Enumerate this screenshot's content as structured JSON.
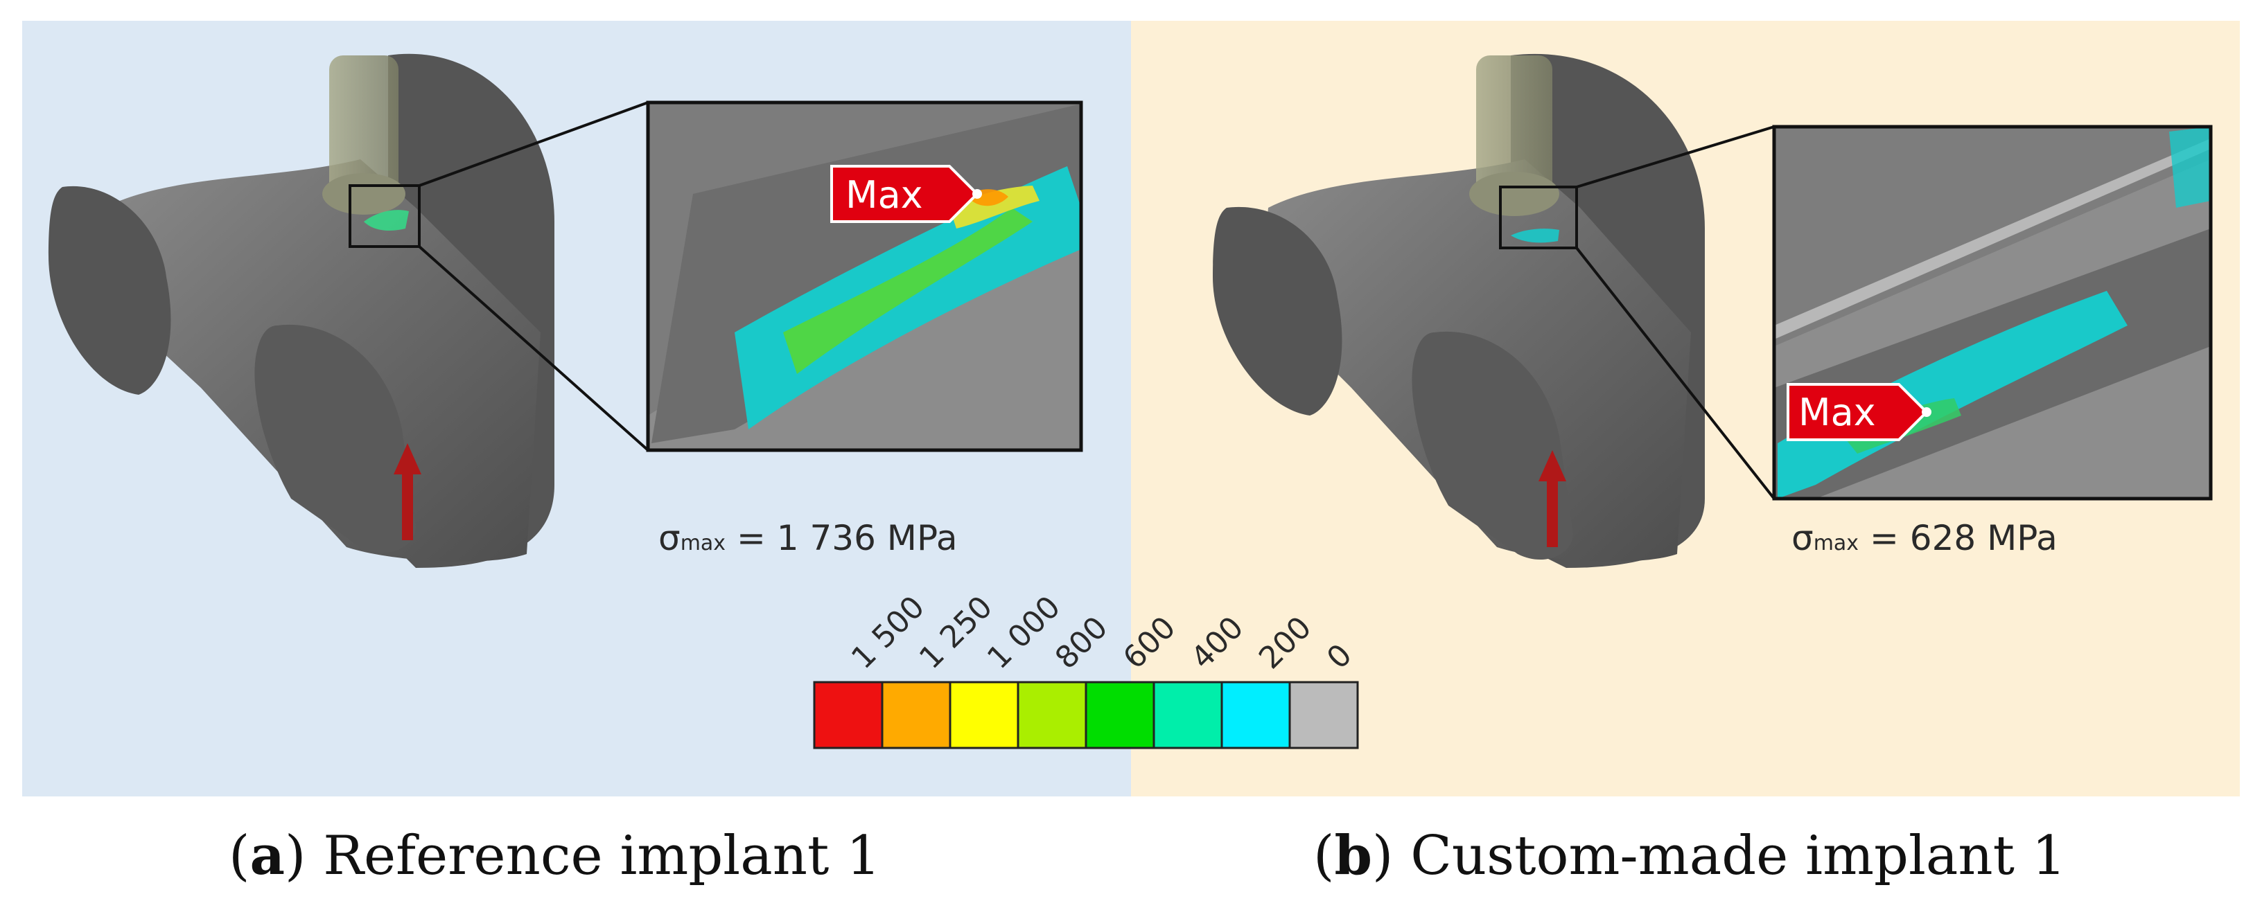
{
  "panels": [
    {
      "id": "a",
      "caption_letter": "a",
      "caption_text": "Reference implant 1",
      "stress_symbol": "σ",
      "stress_sub": "max",
      "stress_value": "= 1 736 MPa",
      "max_label": "Max"
    },
    {
      "id": "b",
      "caption_letter": "b",
      "caption_text": "Custom-made implant 1",
      "stress_symbol": "σ",
      "stress_sub": "max",
      "stress_value": "= 628 MPa",
      "max_label": "Max"
    }
  ],
  "legend": {
    "ticks": [
      "1 500",
      "1 250",
      "1 000",
      "800",
      "600",
      "400",
      "200",
      "0"
    ],
    "colors": [
      "#ee1111",
      "#ffaa00",
      "#ffff00",
      "#aaee00",
      "#00dd00",
      "#00eeaa",
      "#00eeff",
      "#bbbbbb"
    ]
  },
  "colors": {
    "panel_a_bg": "#dce8f4",
    "panel_b_bg": "#fdf0d6",
    "implant_gray": "#6f6f6f",
    "arrow_red": "#b01818",
    "max_callout_red": "#e00010"
  }
}
